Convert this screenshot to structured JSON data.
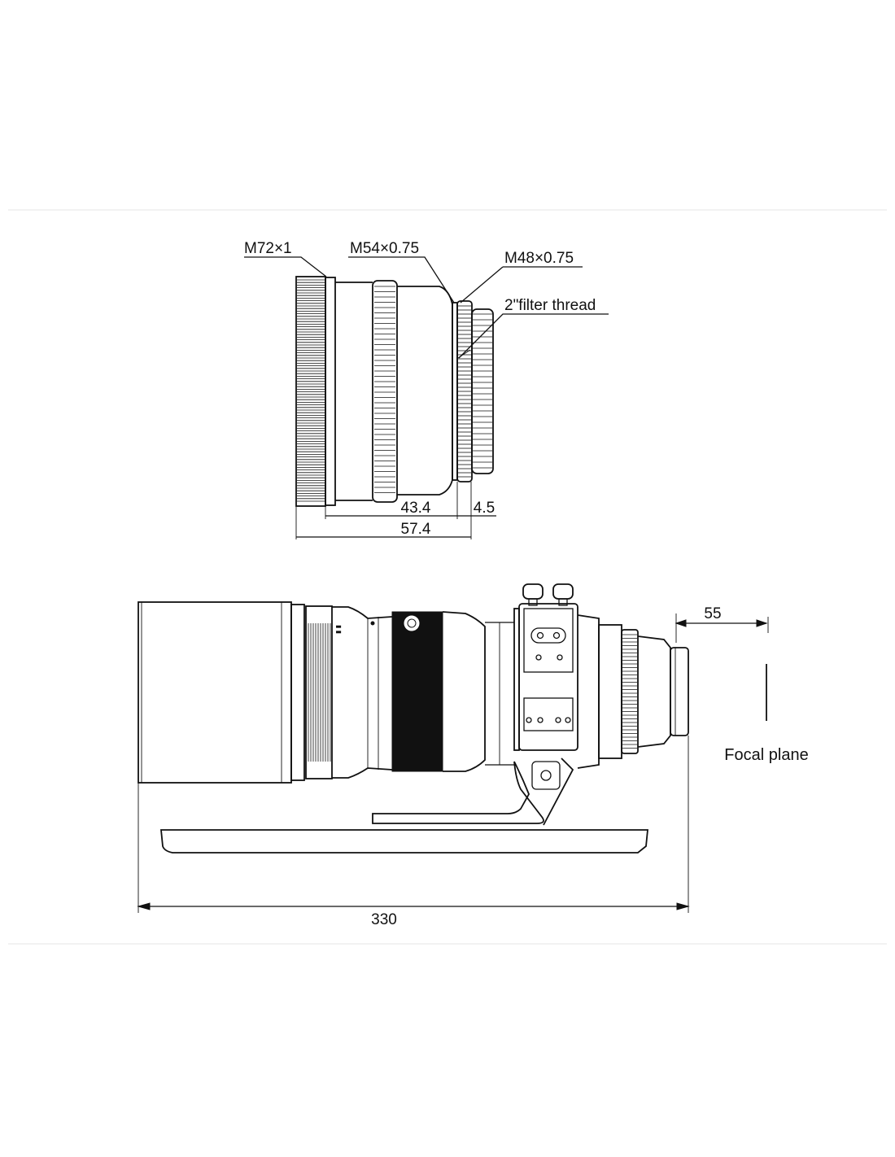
{
  "labels": {
    "thread_m72": "M72×1",
    "thread_m54": "M54×0.75",
    "thread_m48": "M48×0.75",
    "filter_thread": "2\"filter thread",
    "focal_plane": "Focal plane"
  },
  "dimensions": {
    "d_43_4": "43.4",
    "d_4_5": "4.5",
    "d_57_4": "57.4",
    "d_55": "55",
    "d_330": "330"
  }
}
